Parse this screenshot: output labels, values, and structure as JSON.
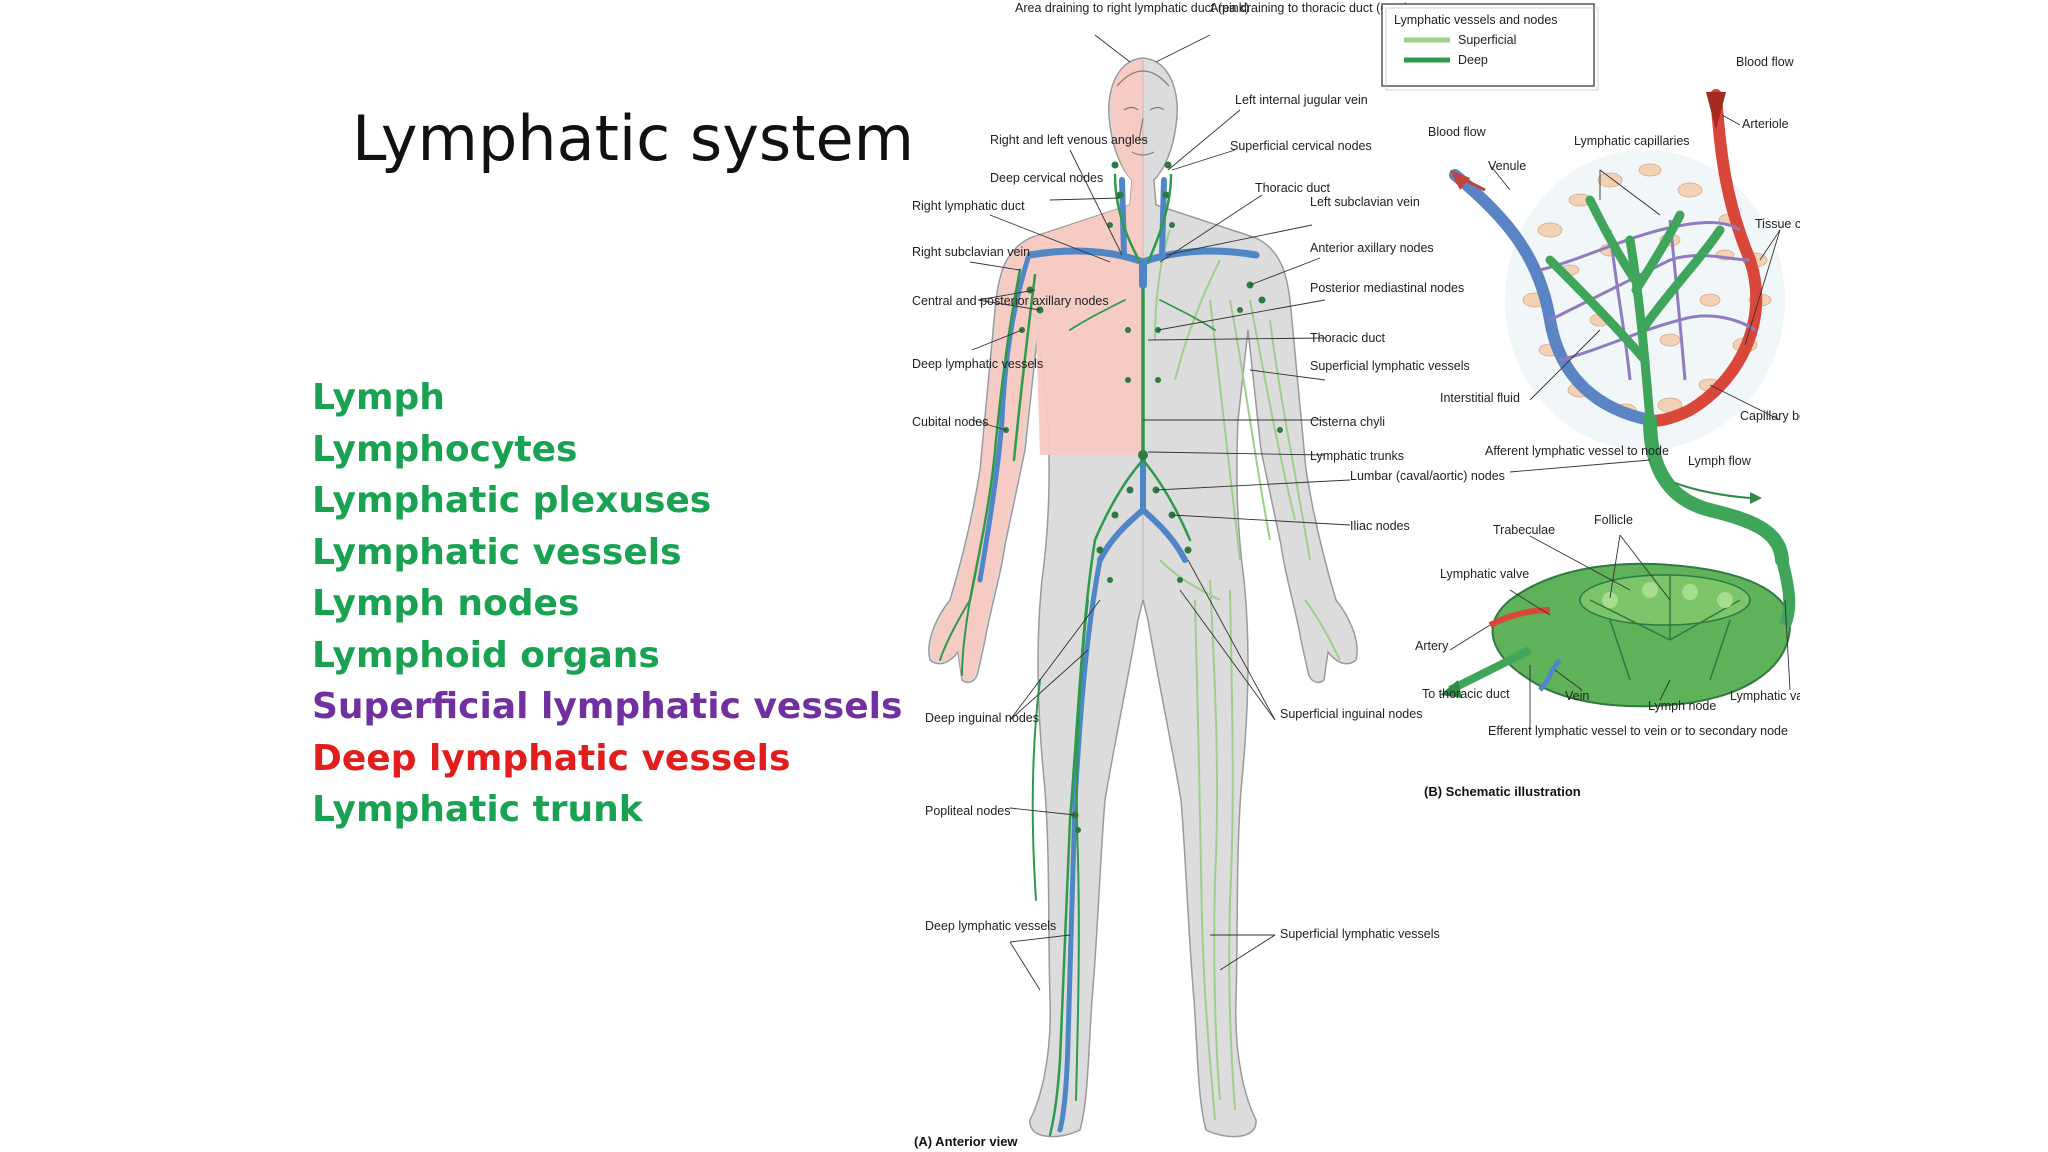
{
  "slide": {
    "title": "Lymphatic system",
    "terms": [
      {
        "text": "Lymph",
        "color": "#1aa253"
      },
      {
        "text": "Lymphocytes",
        "color": "#1aa253"
      },
      {
        "text": "Lymphatic plexuses",
        "color": "#1aa253"
      },
      {
        "text": "Lymphatic vessels",
        "color": "#1aa253"
      },
      {
        "text": "Lymph nodes",
        "color": "#1aa253"
      },
      {
        "text": "Lymphoid organs",
        "color": "#1aa253"
      },
      {
        "text": "Superficial lymphatic vessels",
        "color": "#7030a0"
      },
      {
        "text": "Deep lymphatic vessels",
        "color": "#e31c1c"
      },
      {
        "text": "Lymphatic trunk",
        "color": "#1aa253"
      }
    ]
  },
  "figure": {
    "legend": {
      "title": "Lymphatic vessels and nodes",
      "superficial": "Superficial",
      "deep": "Deep"
    },
    "colors": {
      "superficial": "#9cd08a",
      "deep": "#2e9a4c",
      "vein": "#4f86c6",
      "artery": "#d9473a",
      "pink_area": "#f6c9c2",
      "gray_area": "#dedede"
    },
    "labels_a": {
      "area_right": "Area draining to right lymphatic duct (pink)",
      "area_left": "Area draining to thoracic duct (gray)",
      "left_internal_jugular": "Left internal jugular vein",
      "venous_angles": "Right and left venous angles",
      "superficial_cervical": "Superficial cervical nodes",
      "deep_cervical": "Deep cervical nodes",
      "thoracic_duct_top": "Thoracic duct",
      "right_lymphatic_duct": "Right lymphatic duct",
      "left_subclavian": "Left subclavian vein",
      "right_subclavian": "Right subclavian vein",
      "anterior_axillary": "Anterior axillary nodes",
      "central_posterior_axillary": "Central and posterior axillary nodes",
      "posterior_mediastinal": "Posterior mediastinal nodes",
      "thoracic_duct": "Thoracic duct",
      "deep_lymphatic_vessels_arm": "Deep lymphatic vessels",
      "superficial_lymphatic_vessels_arm": "Superficial lymphatic vessels",
      "cubital_nodes": "Cubital nodes",
      "cisterna_chyli": "Cisterna chyli",
      "lymphatic_trunks": "Lymphatic trunks",
      "lumbar": "Lumbar (caval/aortic) nodes",
      "iliac": "Iliac nodes",
      "deep_inguinal": "Deep inguinal nodes",
      "superficial_inguinal": "Superficial inguinal nodes",
      "popliteal": "Popliteal nodes",
      "deep_lymphatic_vessels_leg": "Deep lymphatic vessels",
      "superficial_lymphatic_vessels_leg": "Superficial lymphatic vessels",
      "caption": "(A) Anterior view"
    },
    "labels_b": {
      "blood_flow_right": "Blood flow",
      "arteriole": "Arteriole",
      "blood_flow_left": "Blood flow",
      "venule": "Venule",
      "lymphatic_capillaries": "Lymphatic capillaries",
      "tissue_cells": "Tissue cells",
      "interstitial_fluid": "Interstitial fluid",
      "capillary_bed": "Capillary bed",
      "afferent": "Afferent lymphatic vessel to node",
      "lymph_flow": "Lymph flow",
      "follicle": "Follicle",
      "trabeculae": "Trabeculae",
      "lymphatic_valve_left": "Lymphatic valve",
      "artery": "Artery",
      "to_thoracic_duct": "To thoracic duct",
      "vein": "Vein",
      "lymph_node": "Lymph node",
      "lymphatic_valve_right": "Lymphatic valve",
      "efferent": "Efferent lymphatic vessel to vein or to secondary node",
      "caption": "(B) Schematic illustration"
    }
  }
}
